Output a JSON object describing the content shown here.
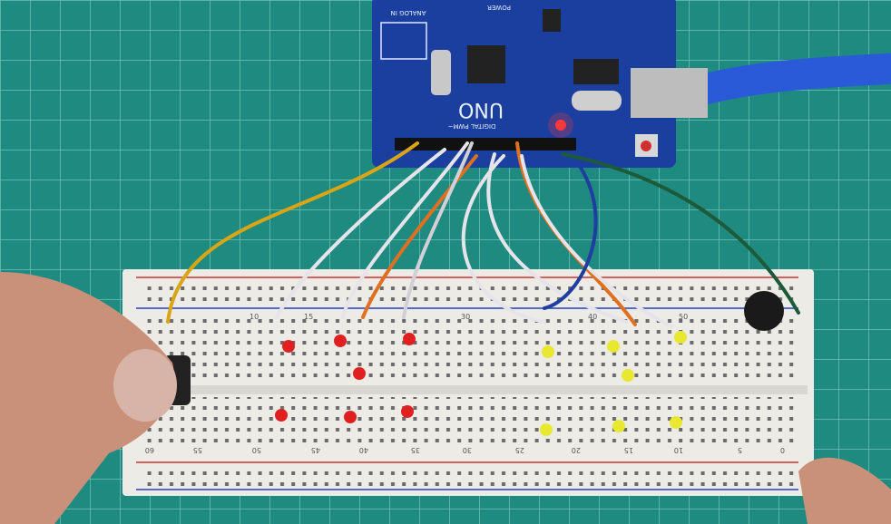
{
  "board": {
    "model_label": "UNO",
    "digital_label": "DIGITAL PWM~",
    "power_label": "POWER",
    "analog_label": "ANALOG IN"
  },
  "breadboard": {
    "top_numbers": [
      "10",
      "15",
      "30",
      "40",
      "50"
    ],
    "bottom_numbers": [
      "60",
      "55",
      "50",
      "45",
      "40",
      "35",
      "30",
      "25",
      "20",
      "15",
      "10",
      "5",
      "0"
    ]
  },
  "colors": {
    "mat": "#1f8a80",
    "board": "#1a3f9e",
    "led_red": "#e02020",
    "led_yellow": "#e8e830",
    "wire_yellow": "#d9a514",
    "wire_orange": "#e07020",
    "wire_white": "#e4e4ea",
    "wire_blue": "#1f3fa0",
    "wire_green": "#1c5a3a",
    "usb_cable": "#2a5ad8"
  }
}
